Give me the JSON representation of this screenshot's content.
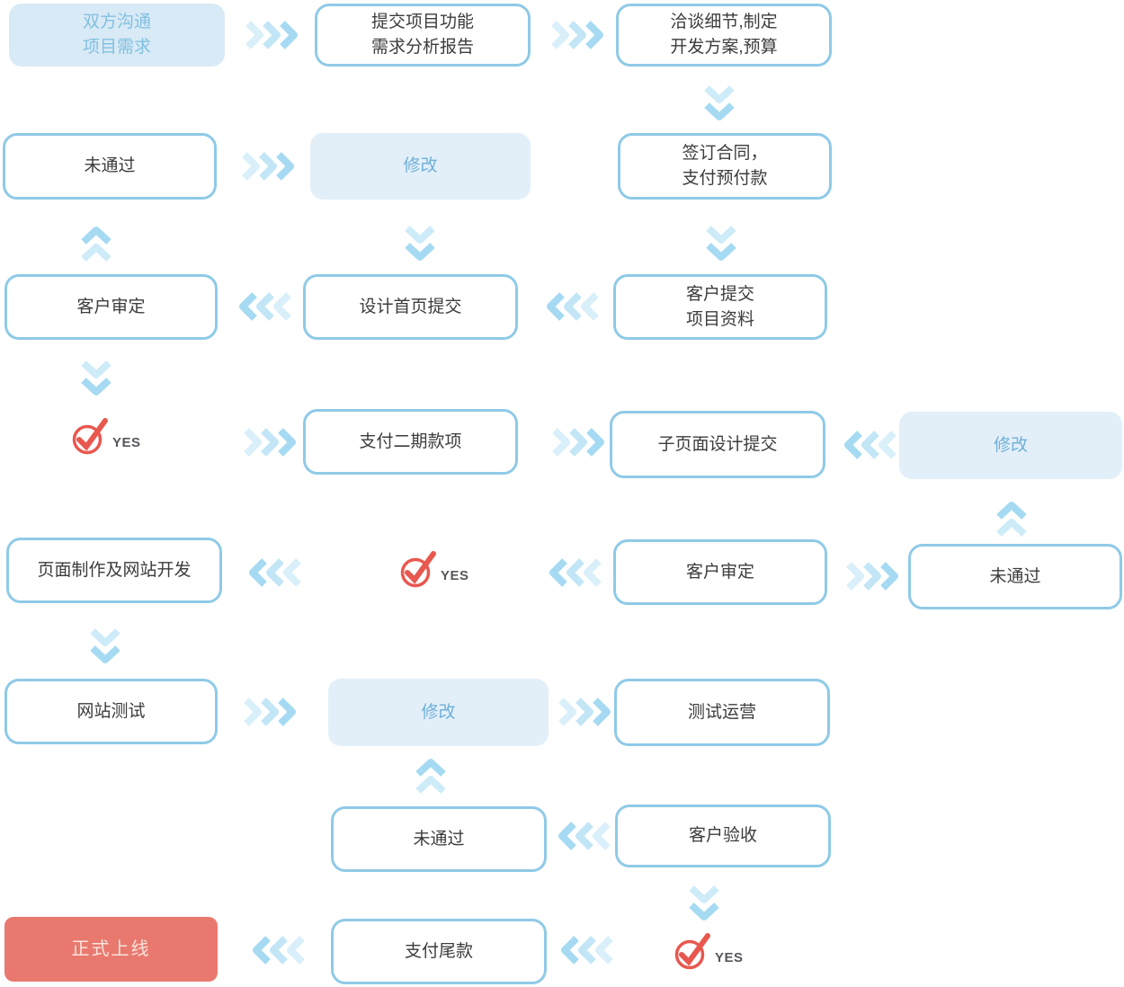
{
  "flowchart": {
    "yes_label": "YES",
    "boxes": {
      "comm": "双方沟通\n项目需求",
      "report": "提交项目功能\n需求分析报告",
      "negotiate": "洽谈细节,制定\n开发方案,预算",
      "not_passed_1": "未通过",
      "revise_1": "修改",
      "contract": "签订合同，\n支付预付款",
      "review_1": "客户审定",
      "homepage": "设计首页提交",
      "materials": "客户提交\n项目资料",
      "pay_phase2": "支付二期款项",
      "subpage": "子页面设计提交",
      "revise_2": "修改",
      "dev": "页面制作及网站开发",
      "review_2": "客户审定",
      "not_passed_2": "未通过",
      "test": "网站测试",
      "revise_3": "修改",
      "operation": "测试运营",
      "not_passed_3": "未通过",
      "acceptance": "客户验收",
      "launch": "正式上线",
      "pay_final": "支付尾款"
    },
    "colors": {
      "box_border": "#8fcae7",
      "box_text": "#3c3c3c",
      "filled_box_bg": "#dfeef8",
      "filled_box_text": "#6fb0d8",
      "arrow": "#a5daf2",
      "launch_bg": "#e9796e",
      "launch_text": "#f9e3de",
      "yes_red": "#e8584f",
      "yes_text": "#55575d"
    }
  }
}
